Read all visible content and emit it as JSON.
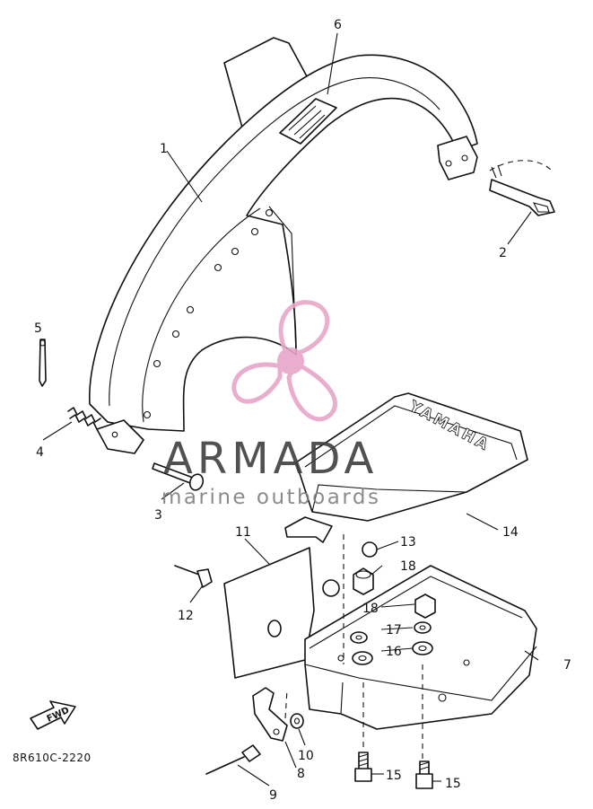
{
  "diagram": {
    "callouts": [
      {
        "id": "1",
        "label": "1"
      },
      {
        "id": "2",
        "label": "2"
      },
      {
        "id": "3",
        "label": "3"
      },
      {
        "id": "4",
        "label": "4"
      },
      {
        "id": "5",
        "label": "5"
      },
      {
        "id": "6",
        "label": "6"
      },
      {
        "id": "7",
        "label": "7"
      },
      {
        "id": "8",
        "label": "8"
      },
      {
        "id": "9",
        "label": "9"
      },
      {
        "id": "10",
        "label": "10"
      },
      {
        "id": "11",
        "label": "11"
      },
      {
        "id": "12",
        "label": "12"
      },
      {
        "id": "13",
        "label": "13"
      },
      {
        "id": "14",
        "label": "14"
      },
      {
        "id": "15a",
        "label": "15"
      },
      {
        "id": "15b",
        "label": "15"
      },
      {
        "id": "16",
        "label": "16"
      },
      {
        "id": "17",
        "label": "17"
      },
      {
        "id": "18a",
        "label": "18"
      },
      {
        "id": "18b",
        "label": "18"
      }
    ],
    "diagram_code": "8R610C-2220",
    "fwd_label": "FWD",
    "cover_brand": "YAMAHA"
  },
  "watermark": {
    "title": "ARMADA",
    "subtitle": "marine outboards",
    "logo_color": "#e7a6c8",
    "text_color": "#3f3f3f"
  }
}
